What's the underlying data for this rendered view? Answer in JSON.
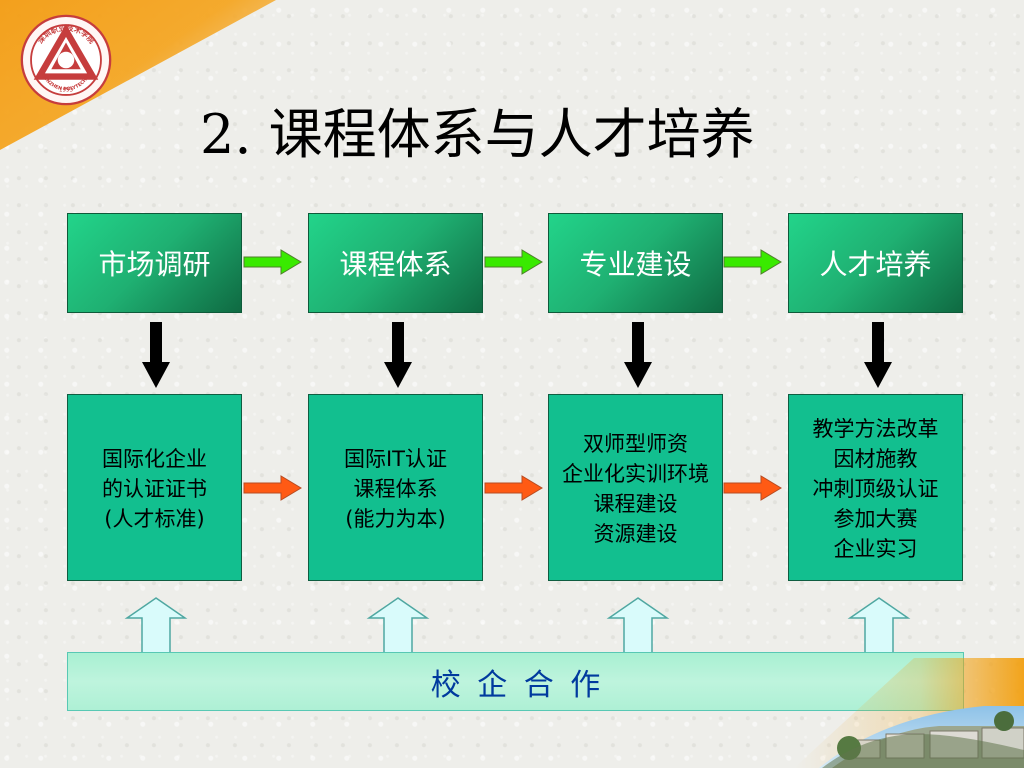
{
  "title": "2. 课程体系与人才培养",
  "top_row": [
    "市场调研",
    "课程体系",
    "专业建设",
    "人才培养"
  ],
  "bottom_row": [
    "国际化企业\n的认证证书\n(人才标准)",
    "国际IT认证\n课程体系\n(能力为本)",
    "双师型师资\n企业化实训环境\n课程建设\n资源建设",
    "教学方法改革\n因材施教\n冲刺顶级认证\n参加大赛\n企业实习"
  ],
  "bottom_bar": "校企合作",
  "colors": {
    "top_box_light": "#22d48a",
    "top_box_dark": "#0f6a42",
    "bottom_box": "#12bf8f",
    "green_arrow": "#39ea00",
    "orange_arrow": "#ff5a14",
    "black_arrow": "#000000",
    "up_arrow_fill": "#d9fbfb",
    "bottom_bar_text": "#003a9e"
  },
  "logo": {
    "text": "深圳职业技术学院",
    "subtext": "SHENZHEN POLYTECHNIC",
    "year": "1993"
  },
  "icons": [
    "logo-icon",
    "arrow-right-icon",
    "arrow-down-icon",
    "arrow-up-icon"
  ]
}
